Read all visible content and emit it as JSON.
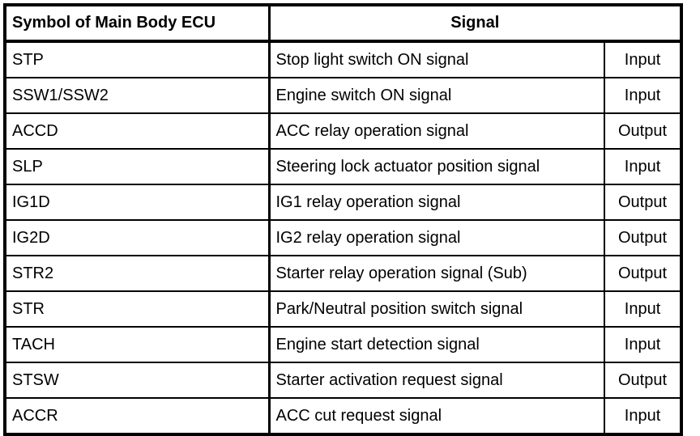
{
  "table": {
    "columns": {
      "symbol_header": "Symbol of Main Body ECU",
      "signal_header": "Signal"
    },
    "rows": [
      {
        "symbol": "STP",
        "signal": "Stop light switch ON signal",
        "direction": "Input"
      },
      {
        "symbol": "SSW1/SSW2",
        "signal": "Engine switch ON signal",
        "direction": "Input"
      },
      {
        "symbol": "ACCD",
        "signal": "ACC relay operation signal",
        "direction": "Output"
      },
      {
        "symbol": "SLP",
        "signal": "Steering lock actuator position signal",
        "direction": "Input"
      },
      {
        "symbol": "IG1D",
        "signal": "IG1 relay operation signal",
        "direction": "Output"
      },
      {
        "symbol": "IG2D",
        "signal": "IG2 relay operation signal",
        "direction": "Output"
      },
      {
        "symbol": "STR2",
        "signal": "Starter relay operation signal (Sub)",
        "direction": "Output"
      },
      {
        "symbol": "STR",
        "signal": "Park/Neutral position switch signal",
        "direction": "Input"
      },
      {
        "symbol": "TACH",
        "signal": "Engine start detection signal",
        "direction": "Input"
      },
      {
        "symbol": "STSW",
        "signal": "Starter activation request signal",
        "direction": "Output"
      },
      {
        "symbol": "ACCR",
        "signal": "ACC cut request signal",
        "direction": "Input"
      }
    ]
  },
  "style": {
    "border_color": "#000000",
    "text_color": "#000000",
    "background_color": "#ffffff"
  }
}
